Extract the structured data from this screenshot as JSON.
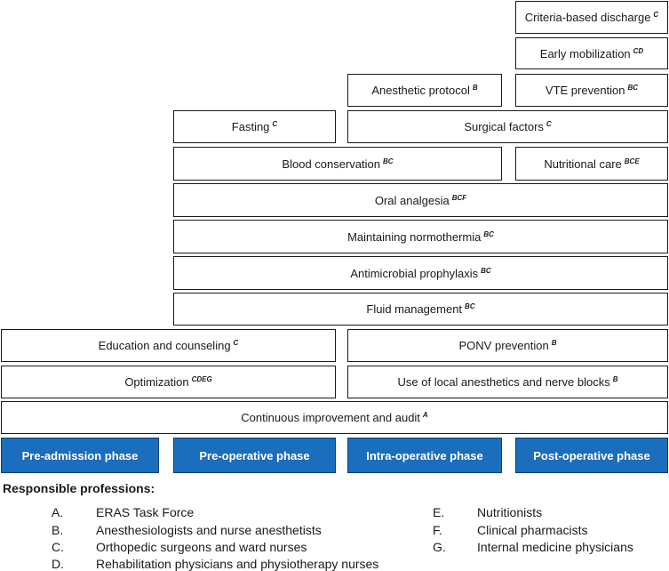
{
  "boxes": [
    {
      "id": "criteria-discharge",
      "label": "Criteria-based discharge",
      "sup": "C"
    },
    {
      "id": "early-mobilization",
      "label": "Early mobilization",
      "sup": "CD"
    },
    {
      "id": "anesthetic-protocol",
      "label": "Anesthetic protocol",
      "sup": "B"
    },
    {
      "id": "vte-prevention",
      "label": "VTE prevention",
      "sup": "BC"
    },
    {
      "id": "fasting",
      "label": "Fasting",
      "sup": "C"
    },
    {
      "id": "surgical-factors",
      "label": "Surgical factors",
      "sup": "C"
    },
    {
      "id": "blood-conservation",
      "label": "Blood conservation",
      "sup": "BC"
    },
    {
      "id": "nutritional-care",
      "label": "Nutritional care",
      "sup": "BCE"
    },
    {
      "id": "oral-analgesia",
      "label": "Oral analgesia",
      "sup": "BCF"
    },
    {
      "id": "normothermia",
      "label": "Maintaining normothermia",
      "sup": "BC"
    },
    {
      "id": "antimicrobial",
      "label": "Antimicrobial prophylaxis",
      "sup": "BC"
    },
    {
      "id": "fluid-management",
      "label": "Fluid management",
      "sup": "BC"
    },
    {
      "id": "education",
      "label": "Education and counseling",
      "sup": "C"
    },
    {
      "id": "ponv",
      "label": "PONV prevention",
      "sup": "B"
    },
    {
      "id": "optimization",
      "label": "Optimization",
      "sup": "CDEG"
    },
    {
      "id": "local-anesthetics",
      "label": "Use of local anesthetics and nerve blocks",
      "sup": "B"
    },
    {
      "id": "continuous-improvement",
      "label": "Continuous improvement and audit",
      "sup": "A"
    }
  ],
  "phases": [
    {
      "id": "pre-admission",
      "label": "Pre-admission phase"
    },
    {
      "id": "pre-operative",
      "label": "Pre-operative phase"
    },
    {
      "id": "intra-operative",
      "label": "Intra-operative phase"
    },
    {
      "id": "post-operative",
      "label": "Post-operative phase"
    }
  ],
  "legend": {
    "title": "Responsible professions:",
    "items": [
      {
        "letter": "A.",
        "text": "ERAS Task Force"
      },
      {
        "letter": "B.",
        "text": "Anesthesiologists and nurse anesthetists"
      },
      {
        "letter": "C.",
        "text": "Orthopedic surgeons and ward nurses"
      },
      {
        "letter": "D.",
        "text": "Rehabilitation physicians and physiotherapy nurses"
      },
      {
        "letter": "E.",
        "text": "Nutritionists"
      },
      {
        "letter": "F.",
        "text": "Clinical pharmacists"
      },
      {
        "letter": "G.",
        "text": "Internal medicine physicians"
      }
    ]
  },
  "colors": {
    "phase_fill": "#1b6dbd",
    "border": "#1a1a1a"
  }
}
